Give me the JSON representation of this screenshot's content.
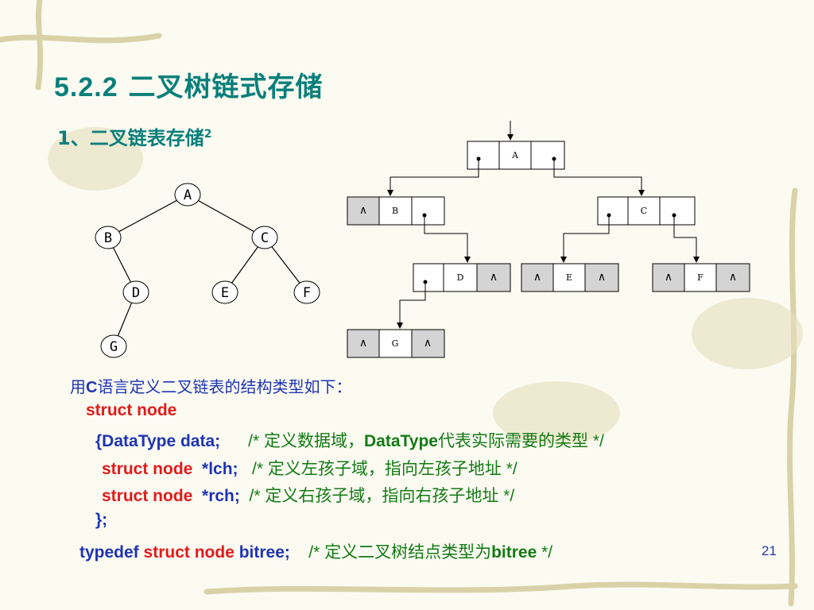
{
  "slide": {
    "title_num": "5.2.2",
    "title_text": "二叉树链式存储",
    "subtitle": "1、二叉链表存储",
    "subtitle_sup": "2",
    "page_number": "21"
  },
  "tree": {
    "nodes": [
      "A",
      "B",
      "C",
      "D",
      "E",
      "F",
      "G"
    ]
  },
  "linked": {
    "null_symbol": "∧",
    "nodes": [
      "A",
      "B",
      "C",
      "D",
      "E",
      "F",
      "G"
    ]
  },
  "code": {
    "intro_pre": "用",
    "intro_c": "C",
    "intro_post": "语言定义二叉链表的结构类型如下：",
    "line1": "struct node",
    "line2_code": "{DataType data;",
    "line2_comment_a": "/* 定义数据域，",
    "line2_comment_b": "DataType",
    "line2_comment_c": "代表实际需要的类型 */",
    "line3_kw": "struct node",
    "line3_code": "*lch;",
    "line3_comment": "/* 定义左孩子域，指向左孩子地址 */",
    "line4_kw": "struct node",
    "line4_code": "*rch;",
    "line4_comment": "/* 定义右孩子域，指向右孩子地址 */",
    "line5": "};",
    "line6_a": "typedef",
    "line6_b": "struct node",
    "line6_c": "bitree;",
    "line6_comment_a": "/* 定义二叉树结点类型为",
    "line6_comment_b": "bitree",
    "line6_comment_c": " */"
  }
}
